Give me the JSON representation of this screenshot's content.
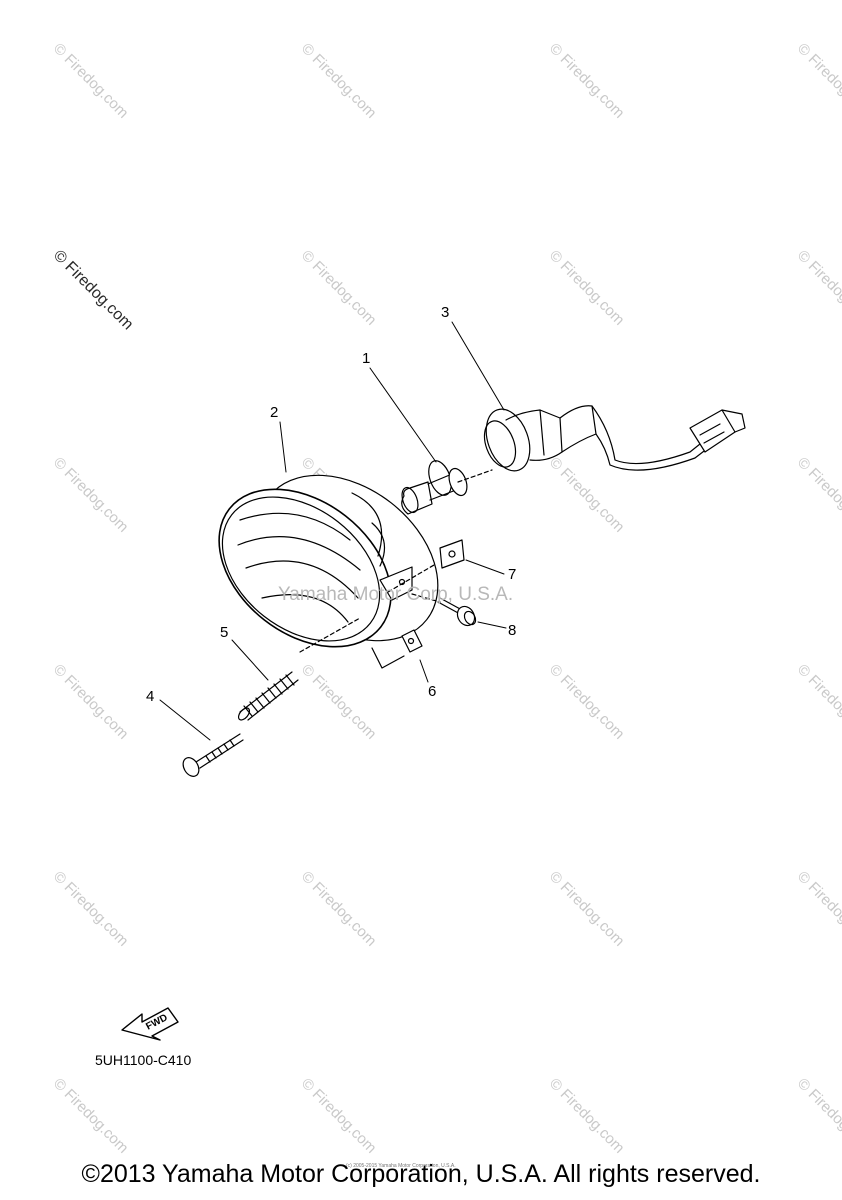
{
  "watermark": {
    "text": "© Firedog.com",
    "color": "#c9c9c9",
    "dark_color": "#2a2a2a"
  },
  "center_watermark": "Yamaha Motor Corp, U.S.A.",
  "callouts": [
    "1",
    "2",
    "3",
    "4",
    "5",
    "6",
    "7",
    "8"
  ],
  "fwd_label": "FWD",
  "part_code": "5UH1100-C410",
  "tiny_note": "(c) 2005-2015 Yamaha Motor Corporation, U.S.A.",
  "copyright": "©2013 Yamaha Motor Corporation, U.S.A. All rights reserved."
}
